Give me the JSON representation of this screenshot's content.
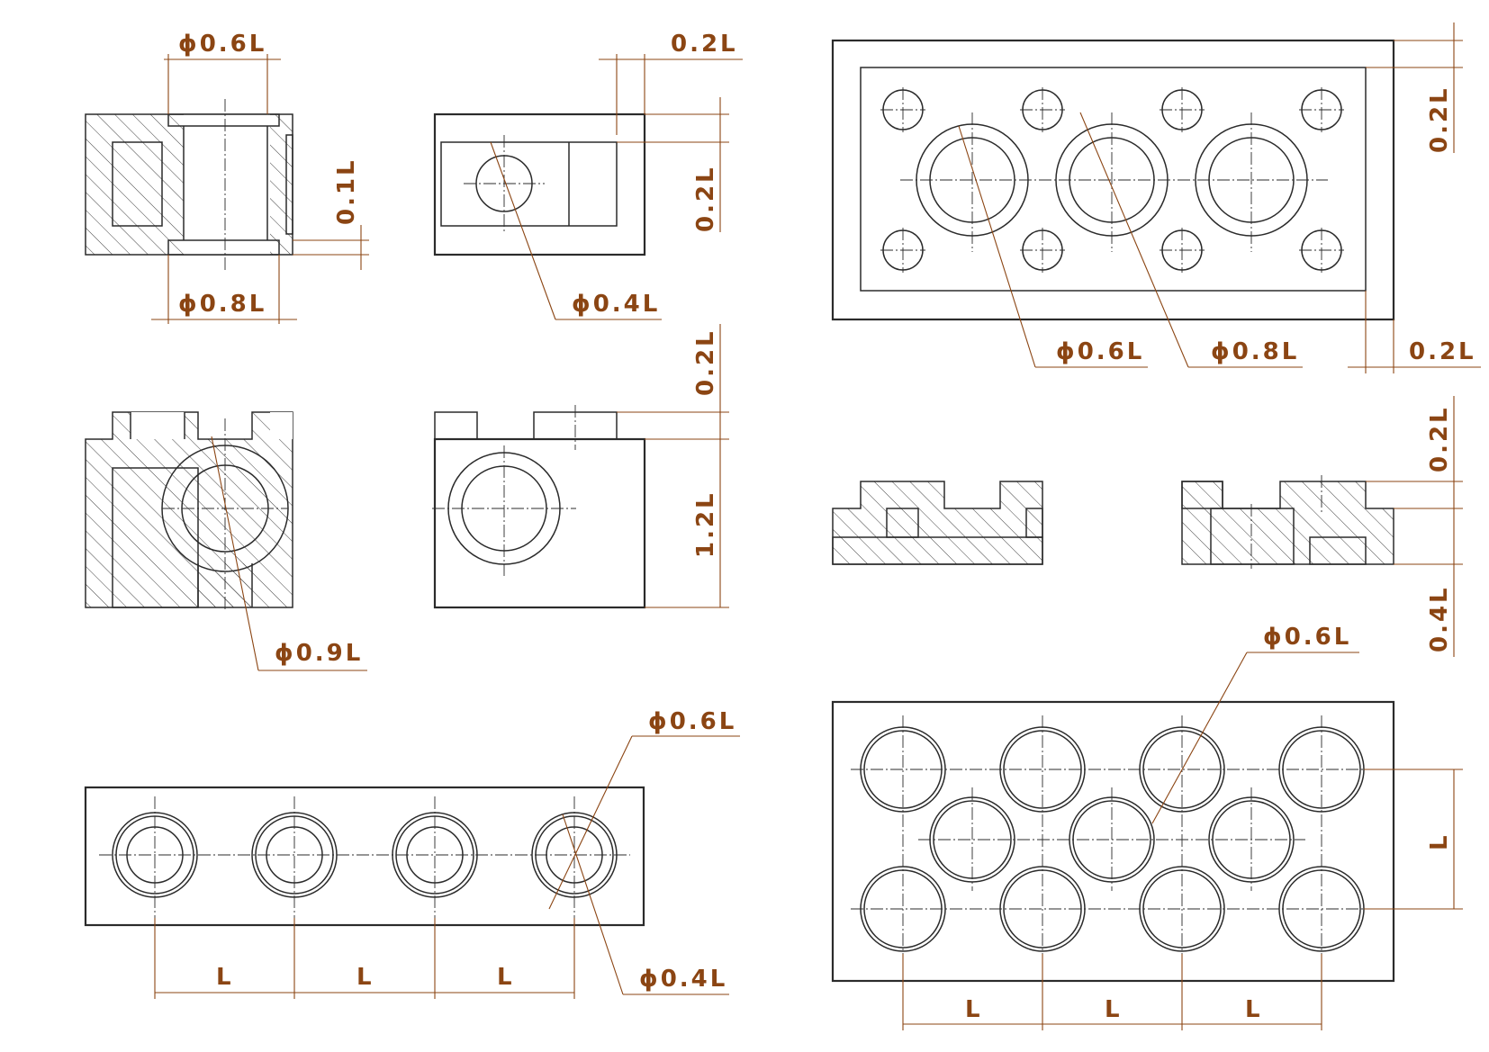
{
  "colors": {
    "dimension": "#8b4513",
    "part_line": "#2b2b2b",
    "background": "#ffffff"
  },
  "labels": {
    "v1_top_dia": "ϕ0.6L",
    "v1_bottom_dia": "ϕ0.8L",
    "v1_thickness": "0.1L",
    "v2_top": "0.2L",
    "v2_side": "0.2L",
    "v2_hole": "ϕ0.4L",
    "v3_hole": "ϕ0.9L",
    "v4_top": "0.2L",
    "v4_height": "1.2L",
    "v5_top": "ϕ0.6L",
    "v5_bottom": "ϕ0.4L",
    "v5_pitch_1": "L",
    "v5_pitch_2": "L",
    "v5_pitch_3": "L",
    "plate_right": "0.2L",
    "plate_bottom_right": "0.2L",
    "plate_hole_small": "ϕ0.6L",
    "plate_hole_large": "ϕ0.8L",
    "section_top": "0.2L",
    "section_bottom": "0.4L",
    "grid_hole": "ϕ0.6L",
    "grid_pitch_y": "L",
    "grid_pitch_1": "L",
    "grid_pitch_2": "L",
    "grid_pitch_3": "L"
  }
}
